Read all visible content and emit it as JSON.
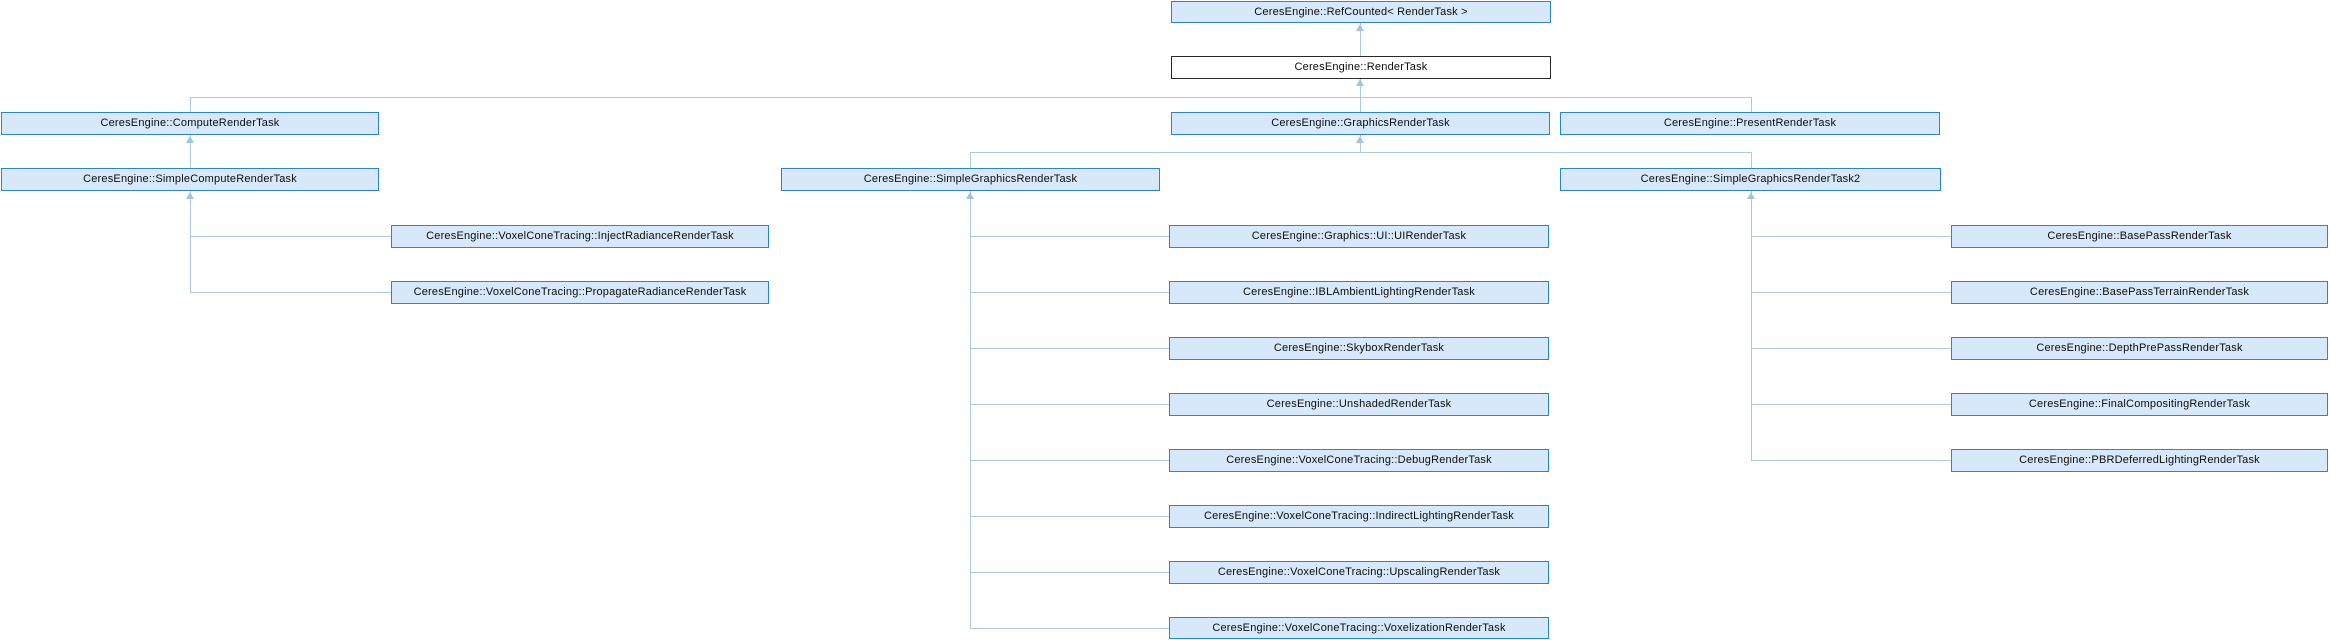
{
  "diagram": {
    "type": "class-inheritance-graph",
    "colors": {
      "node_fill": "#d7e8fa",
      "node_border": "#2b83d6",
      "current_node_fill": "#ffffff",
      "current_node_border": "#2a2a2a",
      "edge_line": "#a9cbe8",
      "arrow": "#9fc4e4",
      "text": "#0d0d0d",
      "background": "#ffffff"
    },
    "nodes": [
      {
        "id": "refcounted",
        "label": "CeresEngine::RefCounted< RenderTask >",
        "current": false
      },
      {
        "id": "rendertask",
        "label": "CeresEngine::RenderTask",
        "current": true
      },
      {
        "id": "compute",
        "label": "CeresEngine::ComputeRenderTask",
        "current": false
      },
      {
        "id": "graphics",
        "label": "CeresEngine::GraphicsRenderTask",
        "current": false
      },
      {
        "id": "present",
        "label": "CeresEngine::PresentRenderTask",
        "current": false
      },
      {
        "id": "simplecompute",
        "label": "CeresEngine::SimpleComputeRenderTask",
        "current": false
      },
      {
        "id": "simplegraphics",
        "label": "CeresEngine::SimpleGraphicsRenderTask",
        "current": false
      },
      {
        "id": "simplegraphics2",
        "label": "CeresEngine::SimpleGraphicsRenderTask2",
        "current": false
      },
      {
        "id": "injectradiance",
        "label": "CeresEngine::VoxelConeTracing::InjectRadianceRenderTask",
        "current": false
      },
      {
        "id": "propagateradiance",
        "label": "CeresEngine::VoxelConeTracing::PropagateRadianceRenderTask",
        "current": false
      },
      {
        "id": "uirendertask",
        "label": "CeresEngine::Graphics::UI::UIRenderTask",
        "current": false
      },
      {
        "id": "iblambient",
        "label": "CeresEngine::IBLAmbientLightingRenderTask",
        "current": false
      },
      {
        "id": "skybox",
        "label": "CeresEngine::SkyboxRenderTask",
        "current": false
      },
      {
        "id": "unshaded",
        "label": "CeresEngine::UnshadedRenderTask",
        "current": false
      },
      {
        "id": "vctdebug",
        "label": "CeresEngine::VoxelConeTracing::DebugRenderTask",
        "current": false
      },
      {
        "id": "vctindirect",
        "label": "CeresEngine::VoxelConeTracing::IndirectLightingRenderTask",
        "current": false
      },
      {
        "id": "vctupscaling",
        "label": "CeresEngine::VoxelConeTracing::UpscalingRenderTask",
        "current": false
      },
      {
        "id": "vctvoxelization",
        "label": "CeresEngine::VoxelConeTracing::VoxelizationRenderTask",
        "current": false
      },
      {
        "id": "basepass",
        "label": "CeresEngine::BasePassRenderTask",
        "current": false
      },
      {
        "id": "basepassterrain",
        "label": "CeresEngine::BasePassTerrainRenderTask",
        "current": false
      },
      {
        "id": "depthprepass",
        "label": "CeresEngine::DepthPrePassRenderTask",
        "current": false
      },
      {
        "id": "finalcompositing",
        "label": "CeresEngine::FinalCompositingRenderTask",
        "current": false
      },
      {
        "id": "pbrdeferred",
        "label": "CeresEngine::PBRDeferredLightingRenderTask",
        "current": false
      }
    ],
    "edges": [
      {
        "from": "rendertask",
        "to": "refcounted"
      },
      {
        "from": "compute",
        "to": "rendertask"
      },
      {
        "from": "graphics",
        "to": "rendertask"
      },
      {
        "from": "present",
        "to": "rendertask"
      },
      {
        "from": "simplecompute",
        "to": "compute"
      },
      {
        "from": "simplegraphics",
        "to": "graphics"
      },
      {
        "from": "simplegraphics2",
        "to": "graphics"
      },
      {
        "from": "injectradiance",
        "to": "simplecompute"
      },
      {
        "from": "propagateradiance",
        "to": "simplecompute"
      },
      {
        "from": "uirendertask",
        "to": "simplegraphics"
      },
      {
        "from": "iblambient",
        "to": "simplegraphics"
      },
      {
        "from": "skybox",
        "to": "simplegraphics"
      },
      {
        "from": "unshaded",
        "to": "simplegraphics"
      },
      {
        "from": "vctdebug",
        "to": "simplegraphics"
      },
      {
        "from": "vctindirect",
        "to": "simplegraphics"
      },
      {
        "from": "vctupscaling",
        "to": "simplegraphics"
      },
      {
        "from": "vctvoxelization",
        "to": "simplegraphics"
      },
      {
        "from": "basepass",
        "to": "simplegraphics2"
      },
      {
        "from": "basepassterrain",
        "to": "simplegraphics2"
      },
      {
        "from": "depthprepass",
        "to": "simplegraphics2"
      },
      {
        "from": "finalcompositing",
        "to": "simplegraphics2"
      },
      {
        "from": "pbrdeferred",
        "to": "simplegraphics2"
      }
    ]
  }
}
